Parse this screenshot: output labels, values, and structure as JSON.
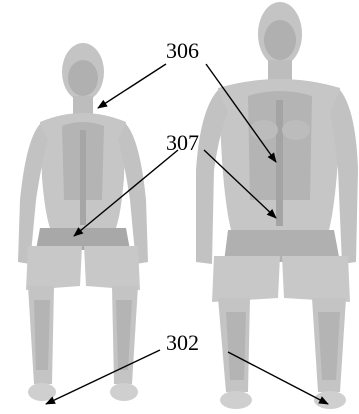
{
  "figure": {
    "description_labels": {
      "ref_306": "306",
      "ref_307": "307",
      "ref_302": "302"
    },
    "colors": {
      "body_light": "#c9c9c9",
      "body_mid": "#b3b3b3",
      "body_dark": "#9a9a9a",
      "line": "#000000",
      "background": "#ffffff"
    }
  }
}
